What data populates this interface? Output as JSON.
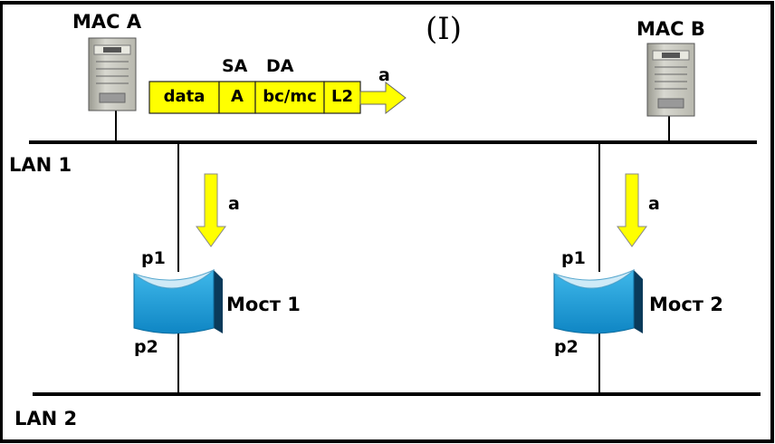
{
  "title": "(I)",
  "hosts": [
    {
      "label": "MAC A"
    },
    {
      "label": "MAC B"
    }
  ],
  "segments": [
    {
      "label": "LAN 1"
    },
    {
      "label": "LAN 2"
    }
  ],
  "bridges": [
    {
      "label": "Мост 1",
      "port_top": "p1",
      "port_bottom": "p2",
      "arrow_label": "a"
    },
    {
      "label": "Мост 2",
      "port_top": "p1",
      "port_bottom": "p2",
      "arrow_label": "a"
    }
  ],
  "frame_packet": {
    "fields": [
      "data",
      "A",
      "bc/mc",
      "L2"
    ],
    "header_sa": "SA",
    "header_da": "DA",
    "arrow_label": "a"
  },
  "colors": {
    "packet_fill": "#ffff00",
    "arrow_fill": "#ffff00",
    "bridge_blue": "#1a9fd6",
    "host_gray": "#c8c8c0"
  }
}
